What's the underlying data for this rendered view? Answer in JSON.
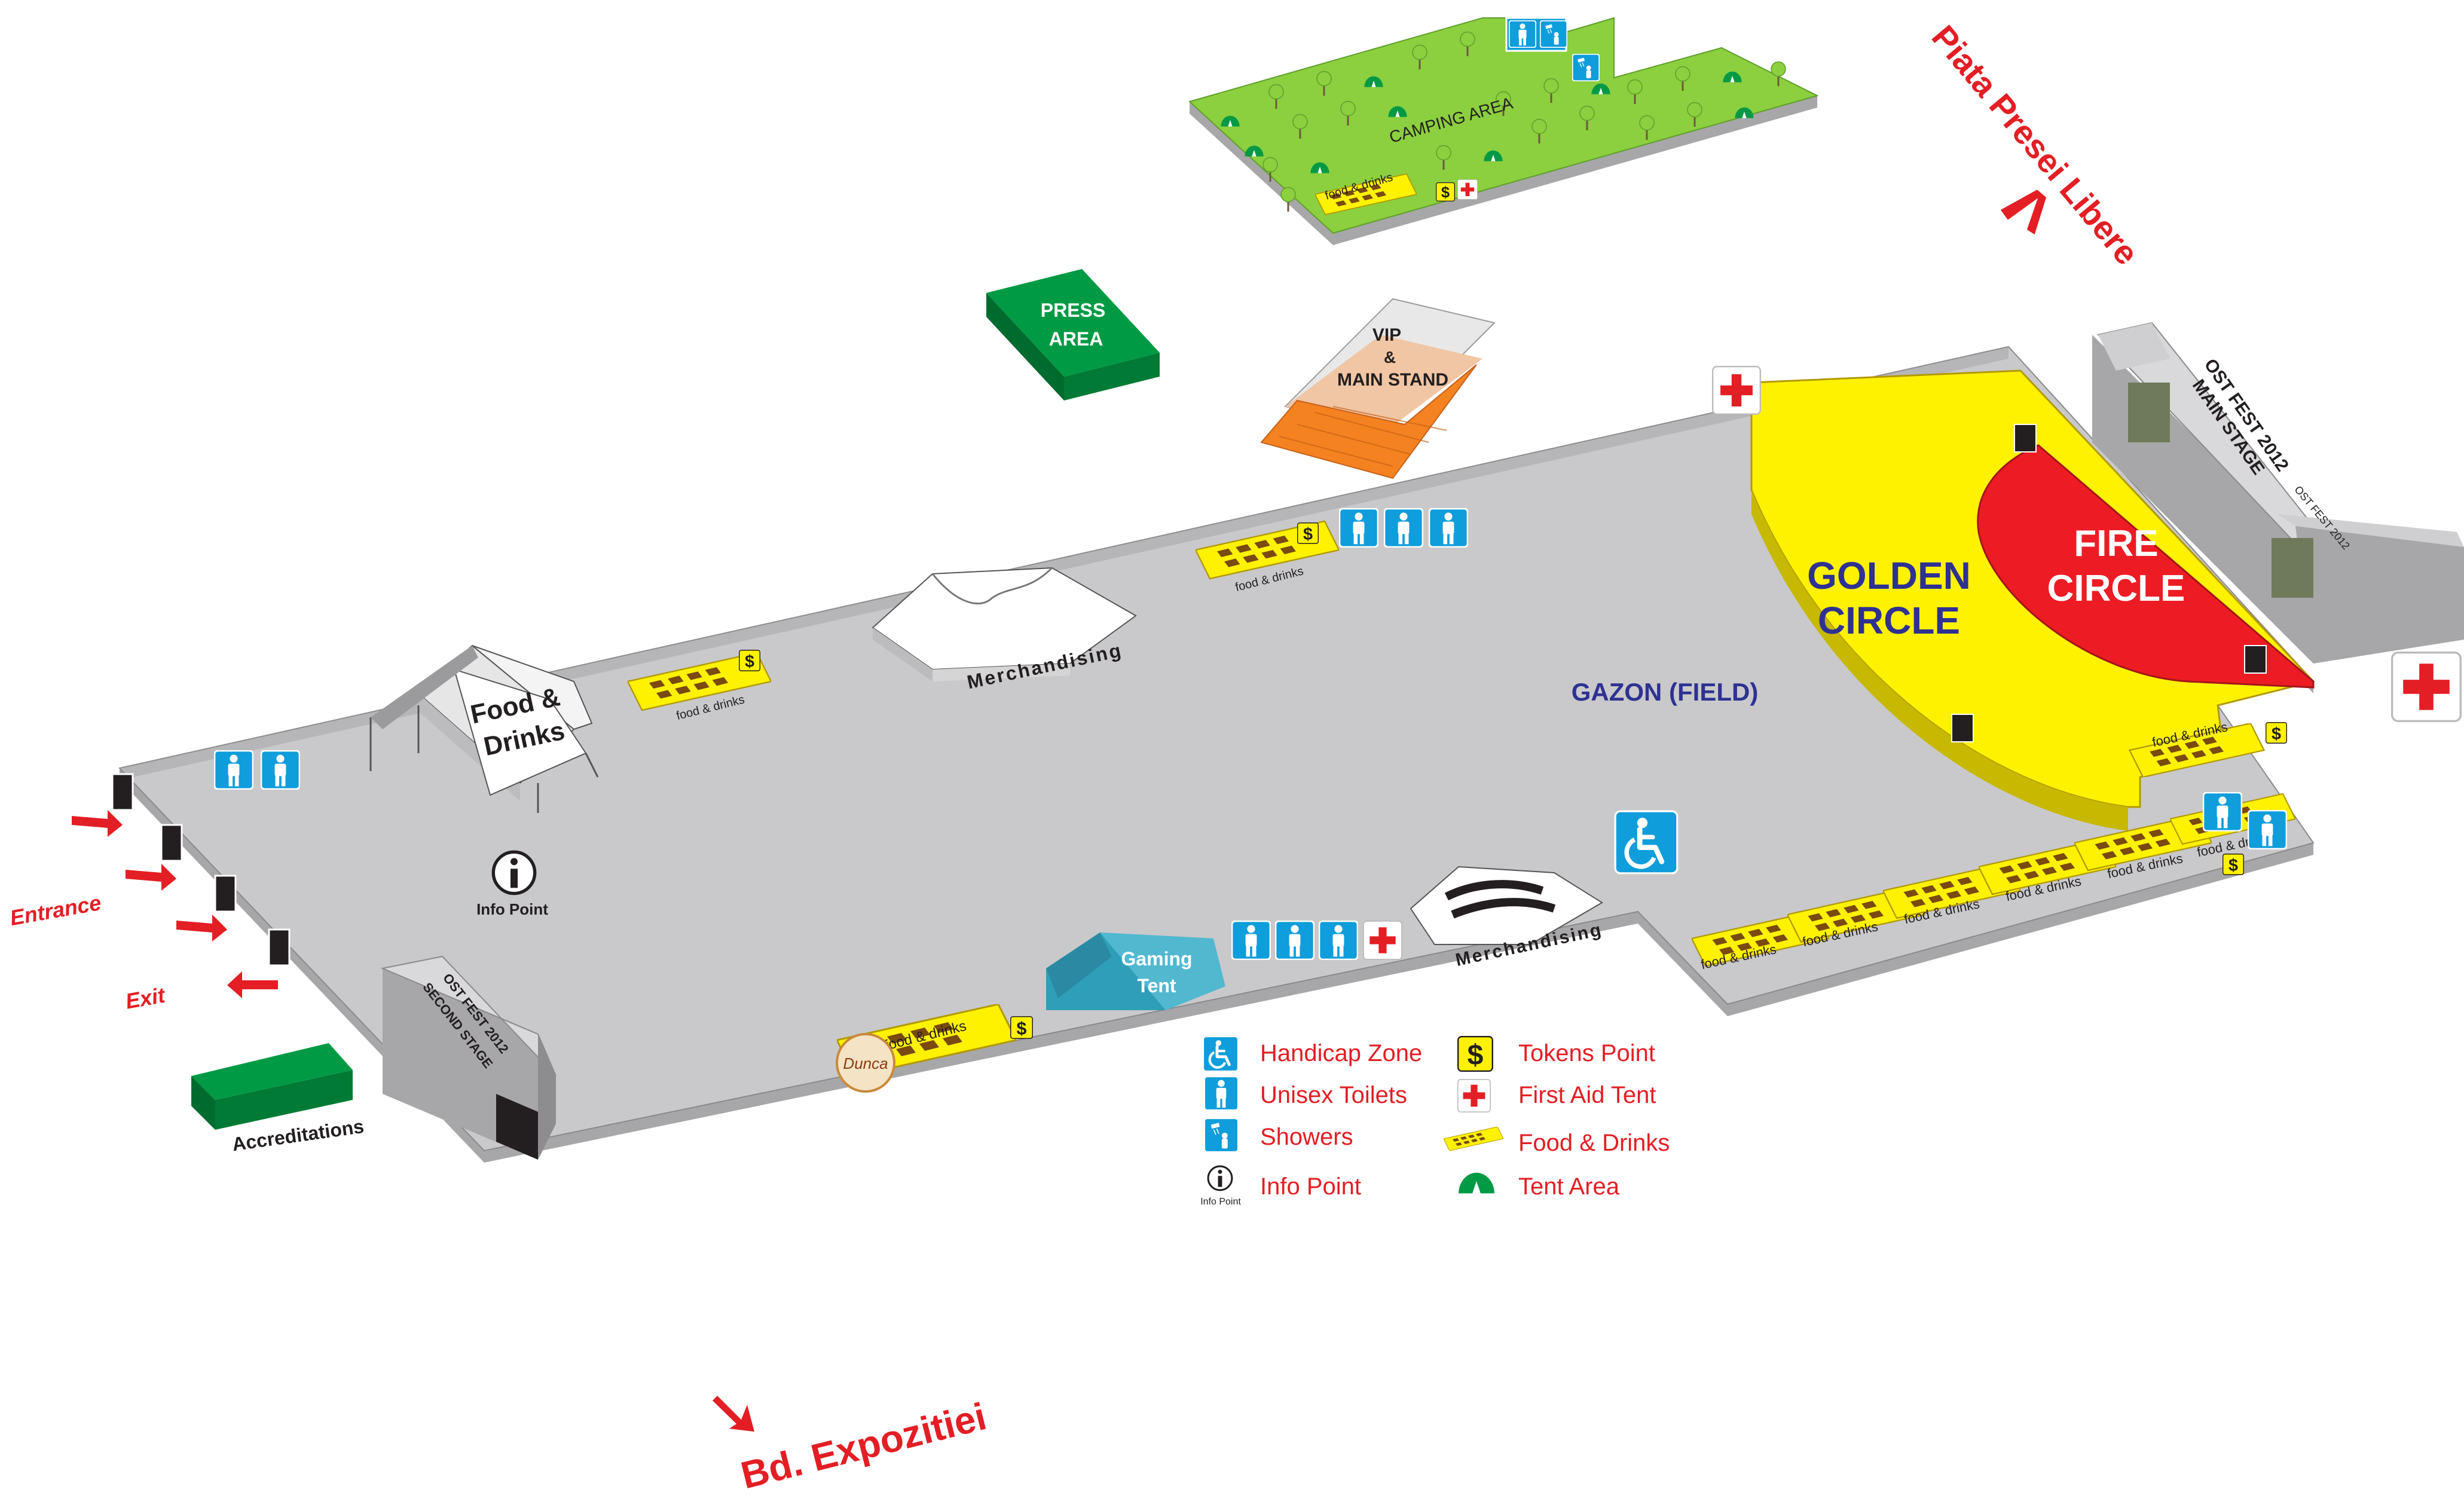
{
  "map": {
    "streets": {
      "piata": "Piata Presei Libere",
      "bd": "Bd. Expozitiei"
    },
    "gates": {
      "entrance": "Entrance",
      "exit": "Exit"
    },
    "zones": {
      "camping": "CAMPING AREA",
      "press_line1": "PRESS",
      "press_line2": "AREA",
      "vip_line1": "VIP",
      "vip_line2": "&",
      "vip_line3": "MAIN STAND",
      "golden_line1": "GOLDEN",
      "golden_line2": "CIRCLE",
      "fire_line1": "FIRE",
      "fire_line2": "CIRCLE",
      "field": "GAZON (FIELD)",
      "main_stage_line1": "OST FEST 2012",
      "main_stage_line2": "MAIN STAGE",
      "second_stage_line1": "OST FEST 2012",
      "second_stage_line2": "SECOND STAGE",
      "food_tent_line1": "Food &",
      "food_tent_line2": "Drinks",
      "merch": "Merchandising",
      "gaming_line1": "Gaming",
      "gaming_line2": "Tent",
      "info": "Info Point",
      "accreditations": "Accreditations",
      "food_stand": "food & drinks",
      "sponsor": "Dunca",
      "stage_tag": "OST FEST 2012"
    },
    "colors": {
      "floor": "#c9c9cb",
      "wall": "#a7a7a9",
      "golden": "#fff200",
      "fire": "#ed1c24",
      "green": "#009a44",
      "grass": "#8ccf3f",
      "blue": "#0f9ddb",
      "red_text": "#e31e24",
      "navy": "#2e3192"
    }
  },
  "legend": {
    "items": [
      {
        "label": "Handicap Zone",
        "icon": "wheelchair-icon"
      },
      {
        "label": "Unisex Toilets",
        "icon": "toilet-icon"
      },
      {
        "label": "Showers",
        "icon": "shower-icon"
      },
      {
        "label": "Info Point",
        "icon": "info-icon",
        "sub": "Info Point"
      },
      {
        "label": "Tokens Point",
        "icon": "dollar-icon"
      },
      {
        "label": "First Aid Tent",
        "icon": "first-aid-icon"
      },
      {
        "label": "Food & Drinks",
        "icon": "food-stand-icon"
      },
      {
        "label": "Tent Area",
        "icon": "tent-icon"
      }
    ]
  }
}
